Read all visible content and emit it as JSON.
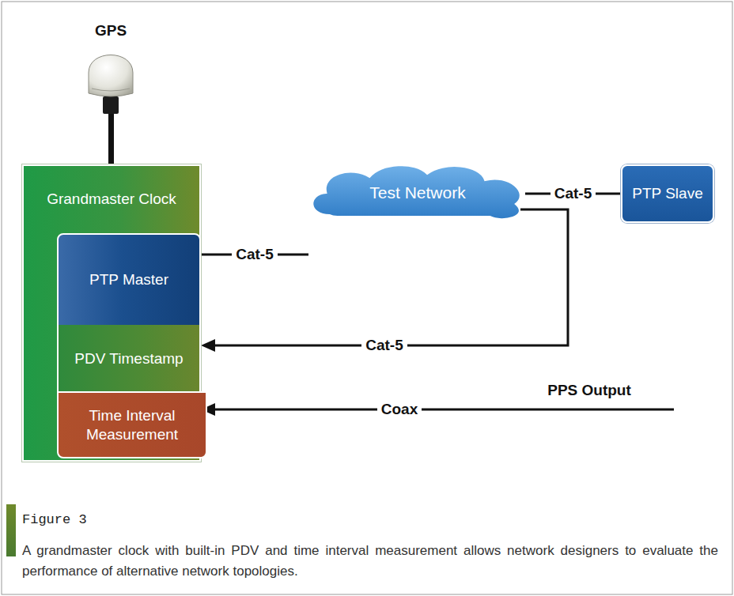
{
  "diagram": {
    "caption": "A grandmaster clock with built-in PDV and time interval measurement allows network designers to evaluate the performance of alternative network topologies.",
    "nodes": [
      {
        "text": [
          "Grandmaster Clock"
        ]
      },
      {
        "text": [
          "PTP Master"
        ],
        "in": 0
      },
      {
        "text": [
          "PDV Timestamp"
        ],
        "in": 0
      },
      {
        "text": [
          "Time Interval Measurement"
        ],
        "in": 0
      },
      {
        "text": [
          "Test Network"
        ]
      },
      {
        "text": [
          "PTP Slave"
        ]
      }
    ],
    "edges": [
      {
        "from": 1,
        "to": 4,
        "label": "Cat-5",
        "arrow": "none"
      },
      {
        "from": 4,
        "to": 5,
        "label": "Cat-5",
        "arrow": "none"
      },
      {
        "from": 4,
        "to": 2,
        "label": "Cat-5",
        "arrow": "to"
      }
    ],
    "labels": [
      "GPS",
      "Coax",
      "PPS Output",
      "Figure 3"
    ]
  }
}
